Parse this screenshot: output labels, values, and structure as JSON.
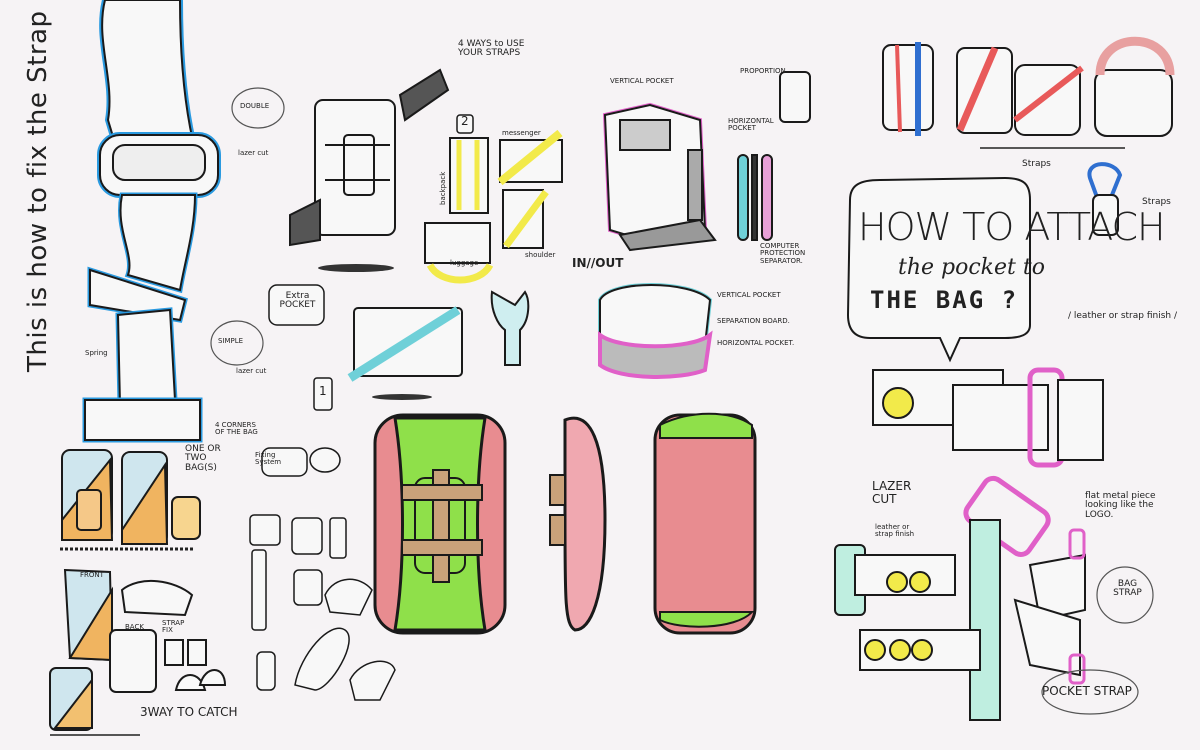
{
  "sheet": {
    "title_vertical": "This is how to fix the Strap",
    "strap_section": {
      "double_label": "DOUBLE",
      "double_note": "lazer cut",
      "simple_label": "SIMPLE",
      "simple_note": "lazer cut",
      "spring_label": "Spring",
      "corners_note": "4 CORNERS OF THE BAG",
      "one_or_two": "ONE OR TWO BAG(S)",
      "fixing_system": "Fixing System",
      "front_label": "FRONT",
      "back_label": "BACK",
      "strap_fix": "STRAP FIX",
      "three_way": "3WAY TO CATCH"
    },
    "uses_section": {
      "title": "4 WAYS to USE YOUR STRAPS",
      "extra_pocket": "Extra POCKET",
      "badge_1": "1",
      "badge_2": "2",
      "messenger": "messenger",
      "shoulder": "shoulder",
      "backpack": "backpack",
      "luggage": "luggage"
    },
    "pocket_section": {
      "vertical_pocket": "VERTICAL POCKET",
      "horizontal_pocket": "HORIZONTAL POCKET",
      "proportion": "PROPORTION",
      "in_out": "IN//OUT",
      "computer_sep": "COMPUTER PROTECTION SEPARATOR.",
      "vertical_pocket_2": "VERTICAL POCKET",
      "separation_board": "SEPARATION BOARD.",
      "horizontal_pocket_2": "HORIZONTAL POCKET."
    },
    "straps_section": {
      "straps_label_1": "Straps",
      "straps_label_2": "Straps"
    },
    "attach_section": {
      "title_line1": "HOW TO ATTACH",
      "title_line2": "the pocket to",
      "title_line3": "THE BAG ?",
      "leather_finish": "/ leather or strap finish /",
      "lazer_cut": "LAZER CUT",
      "leather_finish_2": "leather or strap finish",
      "flat_metal": "flat metal piece looking like the LOGO.",
      "bag_strap": "BAG STRAP",
      "pocket_strap": "POCKET STRAP"
    },
    "colors": {
      "paper": "#f6f3f5",
      "ink": "#1a1a1a",
      "blue_outline": "#2a9ae0",
      "orange": "#f0b460",
      "light_blue": "#cfe6ee",
      "yellow": "#f2ea4a",
      "teal": "#6fd0d8",
      "green": "#8fe04a",
      "pink_red": "#e88c90",
      "magenta": "#e060c8",
      "strap_red": "#e85a5a",
      "strap_blue": "#2f6fd0",
      "tan": "#c9a27a",
      "mint": "#bfeee0"
    }
  }
}
